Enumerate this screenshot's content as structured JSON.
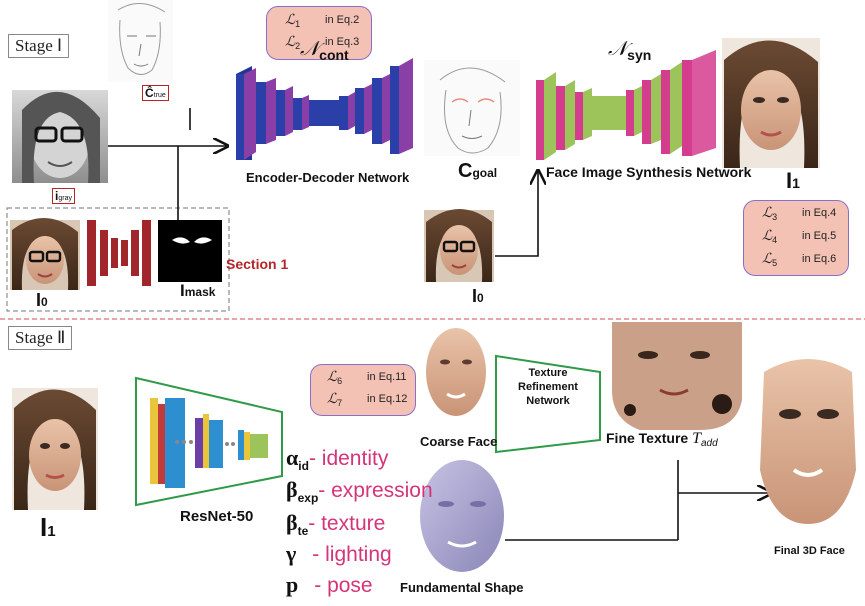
{
  "stage1": {
    "label": "Stage Ⅰ"
  },
  "stage2": {
    "label": "Stage Ⅱ"
  },
  "labels": {
    "c_true": "Ĉ",
    "c_true_sub": "true",
    "i_gray": "i",
    "i_gray_sub": "gray",
    "i0_main": "I",
    "i0_main_sub": "0",
    "i_mask": "I",
    "i_mask_sub": "mask",
    "section": "Section 1",
    "c_goal": "C",
    "c_goal_sub": "goal",
    "i0_second": "I",
    "i0_second_sub": "0",
    "i1_top": "I",
    "i1_top_sub": "1",
    "i1_bottom": "I",
    "i1_bottom_sub": "1"
  },
  "networks": {
    "cont_symbol": "𝒩",
    "cont_sub": "cont",
    "cont_caption": "Encoder-Decoder Network",
    "syn_symbol": "𝒩",
    "syn_sub": "syn",
    "syn_caption": "Face Image Synthesis Network",
    "resnet_caption": "ResNet-50",
    "texture_refine_line1": "Texture Refinement",
    "texture_refine_line2": "Network"
  },
  "losses": {
    "group1": [
      {
        "symbol": "ℒ",
        "sub": "1",
        "eq": "in Eq.2"
      },
      {
        "symbol": "ℒ",
        "sub": "2",
        "eq": "in Eq.3"
      }
    ],
    "group2": [
      {
        "symbol": "ℒ",
        "sub": "3",
        "eq": "in Eq.4"
      },
      {
        "symbol": "ℒ",
        "sub": "4",
        "eq": "in Eq.5"
      },
      {
        "symbol": "ℒ",
        "sub": "5",
        "eq": "in Eq.6"
      }
    ],
    "group3": [
      {
        "symbol": "ℒ",
        "sub": "6",
        "eq": "in Eq.11"
      },
      {
        "symbol": "ℒ",
        "sub": "7",
        "eq": "in Eq.12"
      }
    ]
  },
  "params": [
    {
      "symbol": "α",
      "sub": "id",
      "text": "- identity"
    },
    {
      "symbol": "β",
      "sub": "exp",
      "text": "- expression"
    },
    {
      "symbol": "β",
      "sub": "te",
      "text": "- texture"
    },
    {
      "symbol": "γ",
      "sub": "",
      "text": "- lighting"
    },
    {
      "symbol": "p",
      "sub": "",
      "text": "- pose"
    }
  ],
  "captions": {
    "coarse_face": "Coarse Face",
    "fine_texture": "Fine Texture",
    "t_add": "T",
    "t_add_sub": "add",
    "fundamental_shape": "Fundamental  Shape",
    "final_face": "Final 3D Face"
  },
  "colors": {
    "encoder_blue": "#2b3fa8",
    "encoder_purple": "#8a3fa6",
    "syn_green": "#9cc45a",
    "syn_magenta": "#d43c8e",
    "loss_fill": "#f3c2b4",
    "loss_border": "#8a6fc8",
    "param_text": "#d4357a",
    "section_red": "#b5262a",
    "green_outline": "#2f9a48",
    "dashed_red": "#d44a4a"
  },
  "icons": [
    "arrow-icon",
    "face-photo-icon",
    "sketch-icon",
    "mask-icon",
    "mesh-icon"
  ]
}
